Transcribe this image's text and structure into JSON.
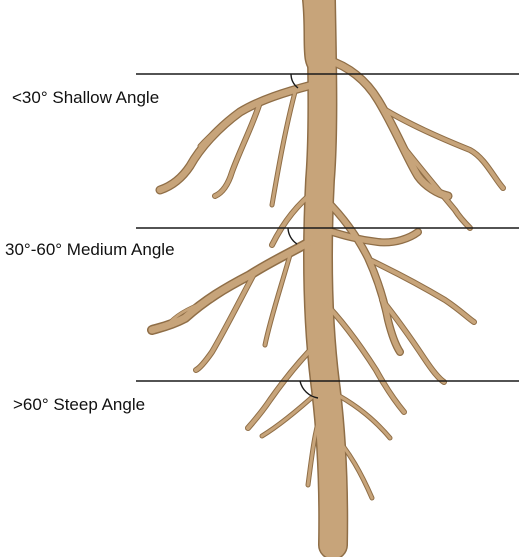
{
  "colors": {
    "root_fill": "#c7a47a",
    "root_outline": "#8f6e47",
    "guide_line": "#1a1a1a",
    "text": "#111111"
  },
  "levels": [
    {
      "label": "<30° Shallow Angle"
    },
    {
      "label": "30°-60° Medium Angle"
    },
    {
      "label": ">60° Steep Angle"
    }
  ]
}
